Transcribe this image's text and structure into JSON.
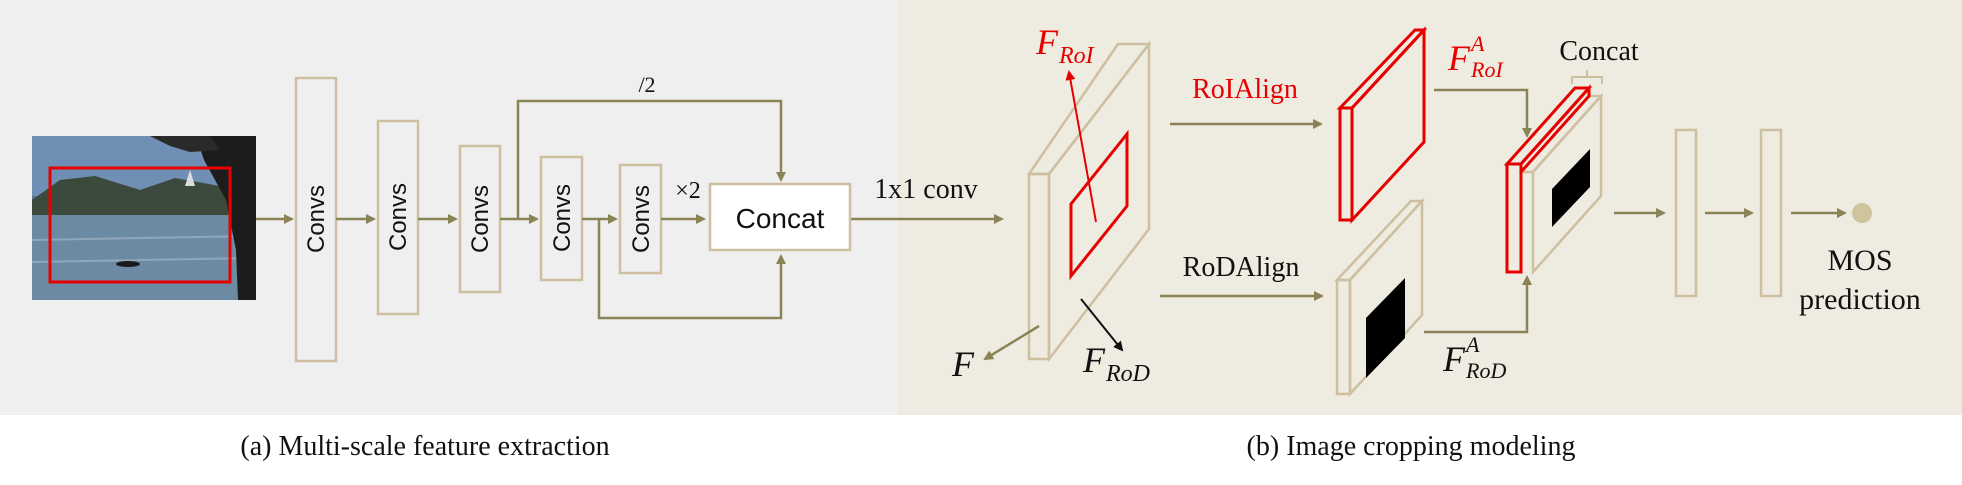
{
  "colors": {
    "left_panel_bg": "#efefef",
    "right_panel_bg": "#eeebe1",
    "box_stroke": "#cdbfa0",
    "arrow": "#8a8355",
    "highlight": "#e60000",
    "dark_text": "#111111",
    "mos_dot": "#cfc49e",
    "crop_fill": "#000000"
  },
  "panel_a": {
    "conv_labels": [
      "Convs",
      "Convs",
      "Convs",
      "Convs",
      "Convs"
    ],
    "downsample_label": "/2",
    "repeat_label": "×2",
    "concat_label": "Concat",
    "conv1x1_label": "1x1 conv",
    "caption": "(a) Multi-scale feature extraction"
  },
  "panel_b": {
    "feature_map": {
      "base": "F"
    },
    "roi_feature": {
      "base": "F",
      "sub": "RoI"
    },
    "rod_feature": {
      "base": "F",
      "sub": "RoD"
    },
    "roi_aligned": {
      "base": "F",
      "sup": "A",
      "sub": "RoI"
    },
    "rod_aligned": {
      "base": "F",
      "sup": "A",
      "sub": "RoD"
    },
    "roialign_label": "RoIAlign",
    "rodalign_label": "RoDAlign",
    "concat_label": "Concat",
    "mos_line1": "MOS",
    "mos_line2": "prediction",
    "caption": "(b) Image cropping modeling"
  }
}
